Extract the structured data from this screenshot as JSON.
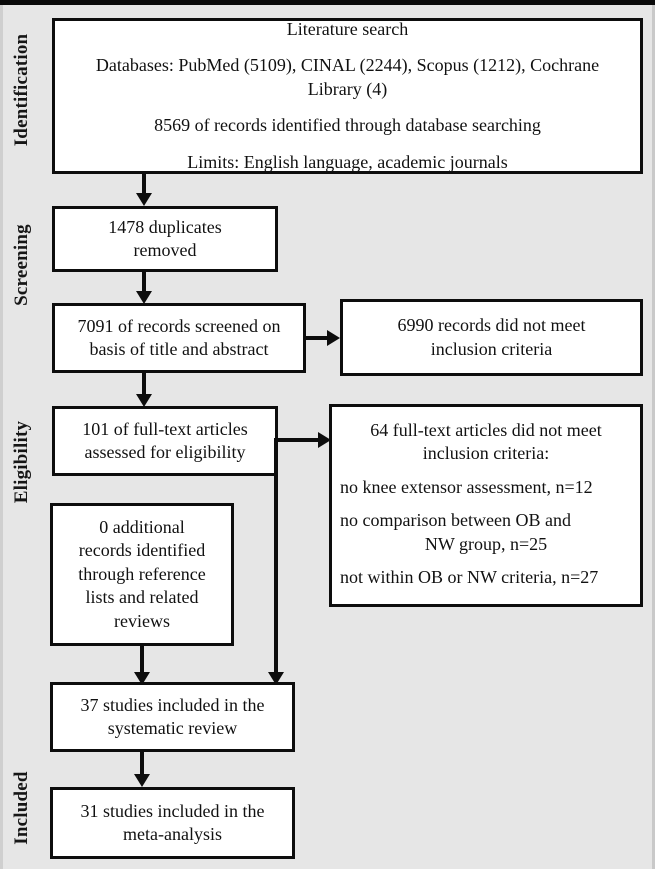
{
  "figure": {
    "type": "prisma-flow-diagram",
    "background_color": "#e6e6e6",
    "box_fill_color": "#ffffff",
    "line_color": "#0d0d0d"
  },
  "stages": [
    {
      "id": "identification",
      "label": "Identification"
    },
    {
      "id": "screening",
      "label": "Screening"
    },
    {
      "id": "eligibility",
      "label": "Eligibility"
    },
    {
      "id": "included",
      "label": "Included"
    }
  ],
  "boxes": {
    "identification": {
      "lines": [
        "Literature search",
        "Databases: PubMed (5109), CINAL (2244), Scopus (1212), Cochrane",
        "Library (4)",
        "8569 of records identified through database searching",
        "Limits: English language, academic journals"
      ]
    },
    "duplicates": {
      "lines": [
        "1478 duplicates",
        "removed"
      ]
    },
    "screened": {
      "lines": [
        "7091 of records screened on",
        "basis of title and abstract"
      ]
    },
    "excluded_screening": {
      "lines": [
        "6990 records did not meet",
        "inclusion criteria"
      ]
    },
    "fulltext_assessed": {
      "lines": [
        "101 of full-text articles",
        "assessed for eligibility"
      ]
    },
    "fulltext_excluded": {
      "head_lines": [
        "64 full-text articles did not meet",
        "inclusion criteria:"
      ],
      "reasons": [
        {
          "text": "no knee extensor assessment, n=12",
          "wrap": ""
        },
        {
          "text": "no comparison between OB and",
          "wrap": "NW group, n=25"
        },
        {
          "text": "not within OB or NW criteria, n=27",
          "wrap": ""
        }
      ]
    },
    "additional_records": {
      "lines": [
        "0 additional",
        "records identified",
        "through reference",
        "lists and related",
        "reviews"
      ]
    },
    "systematic_review": {
      "lines": [
        "37 studies included in the",
        "systematic review"
      ]
    },
    "meta_analysis": {
      "lines": [
        "31 studies included in the",
        "meta-analysis"
      ]
    }
  },
  "chart_data": {
    "type": "diagram",
    "title": "PRISMA flow diagram",
    "nodes": [
      {
        "id": "identification",
        "stage": "Identification",
        "value": 8569,
        "label": "8569 of records identified through database searching"
      },
      {
        "id": "duplicates",
        "stage": "Screening",
        "value": 1478,
        "label": "1478 duplicates removed"
      },
      {
        "id": "screened",
        "stage": "Screening",
        "value": 7091,
        "label": "7091 of records screened on basis of title and abstract"
      },
      {
        "id": "excluded_screening",
        "stage": "Screening",
        "value": 6990,
        "label": "6990 records did not meet inclusion criteria"
      },
      {
        "id": "fulltext_assessed",
        "stage": "Eligibility",
        "value": 101,
        "label": "101 of full-text articles assessed for eligibility"
      },
      {
        "id": "fulltext_excluded",
        "stage": "Eligibility",
        "value": 64,
        "label": "64 full-text articles did not meet inclusion criteria"
      },
      {
        "id": "additional_records",
        "stage": "Eligibility",
        "value": 0,
        "label": "0 additional records identified through reference lists and related reviews"
      },
      {
        "id": "systematic_review",
        "stage": "Included",
        "value": 37,
        "label": "37 studies included in the systematic review"
      },
      {
        "id": "meta_analysis",
        "stage": "Included",
        "value": 31,
        "label": "31 studies included in the meta-analysis"
      }
    ],
    "databases": [
      {
        "name": "PubMed",
        "records": 5109
      },
      {
        "name": "CINAL",
        "records": 2244
      },
      {
        "name": "Scopus",
        "records": 1212
      },
      {
        "name": "Cochrane Library",
        "records": 4
      }
    ],
    "exclusion_reasons": [
      {
        "reason": "no knee extensor assessment",
        "n": 12
      },
      {
        "reason": "no comparison between OB and NW group",
        "n": 25
      },
      {
        "reason": "not within OB or NW criteria",
        "n": 27
      }
    ],
    "limits": "English language, academic journals"
  }
}
